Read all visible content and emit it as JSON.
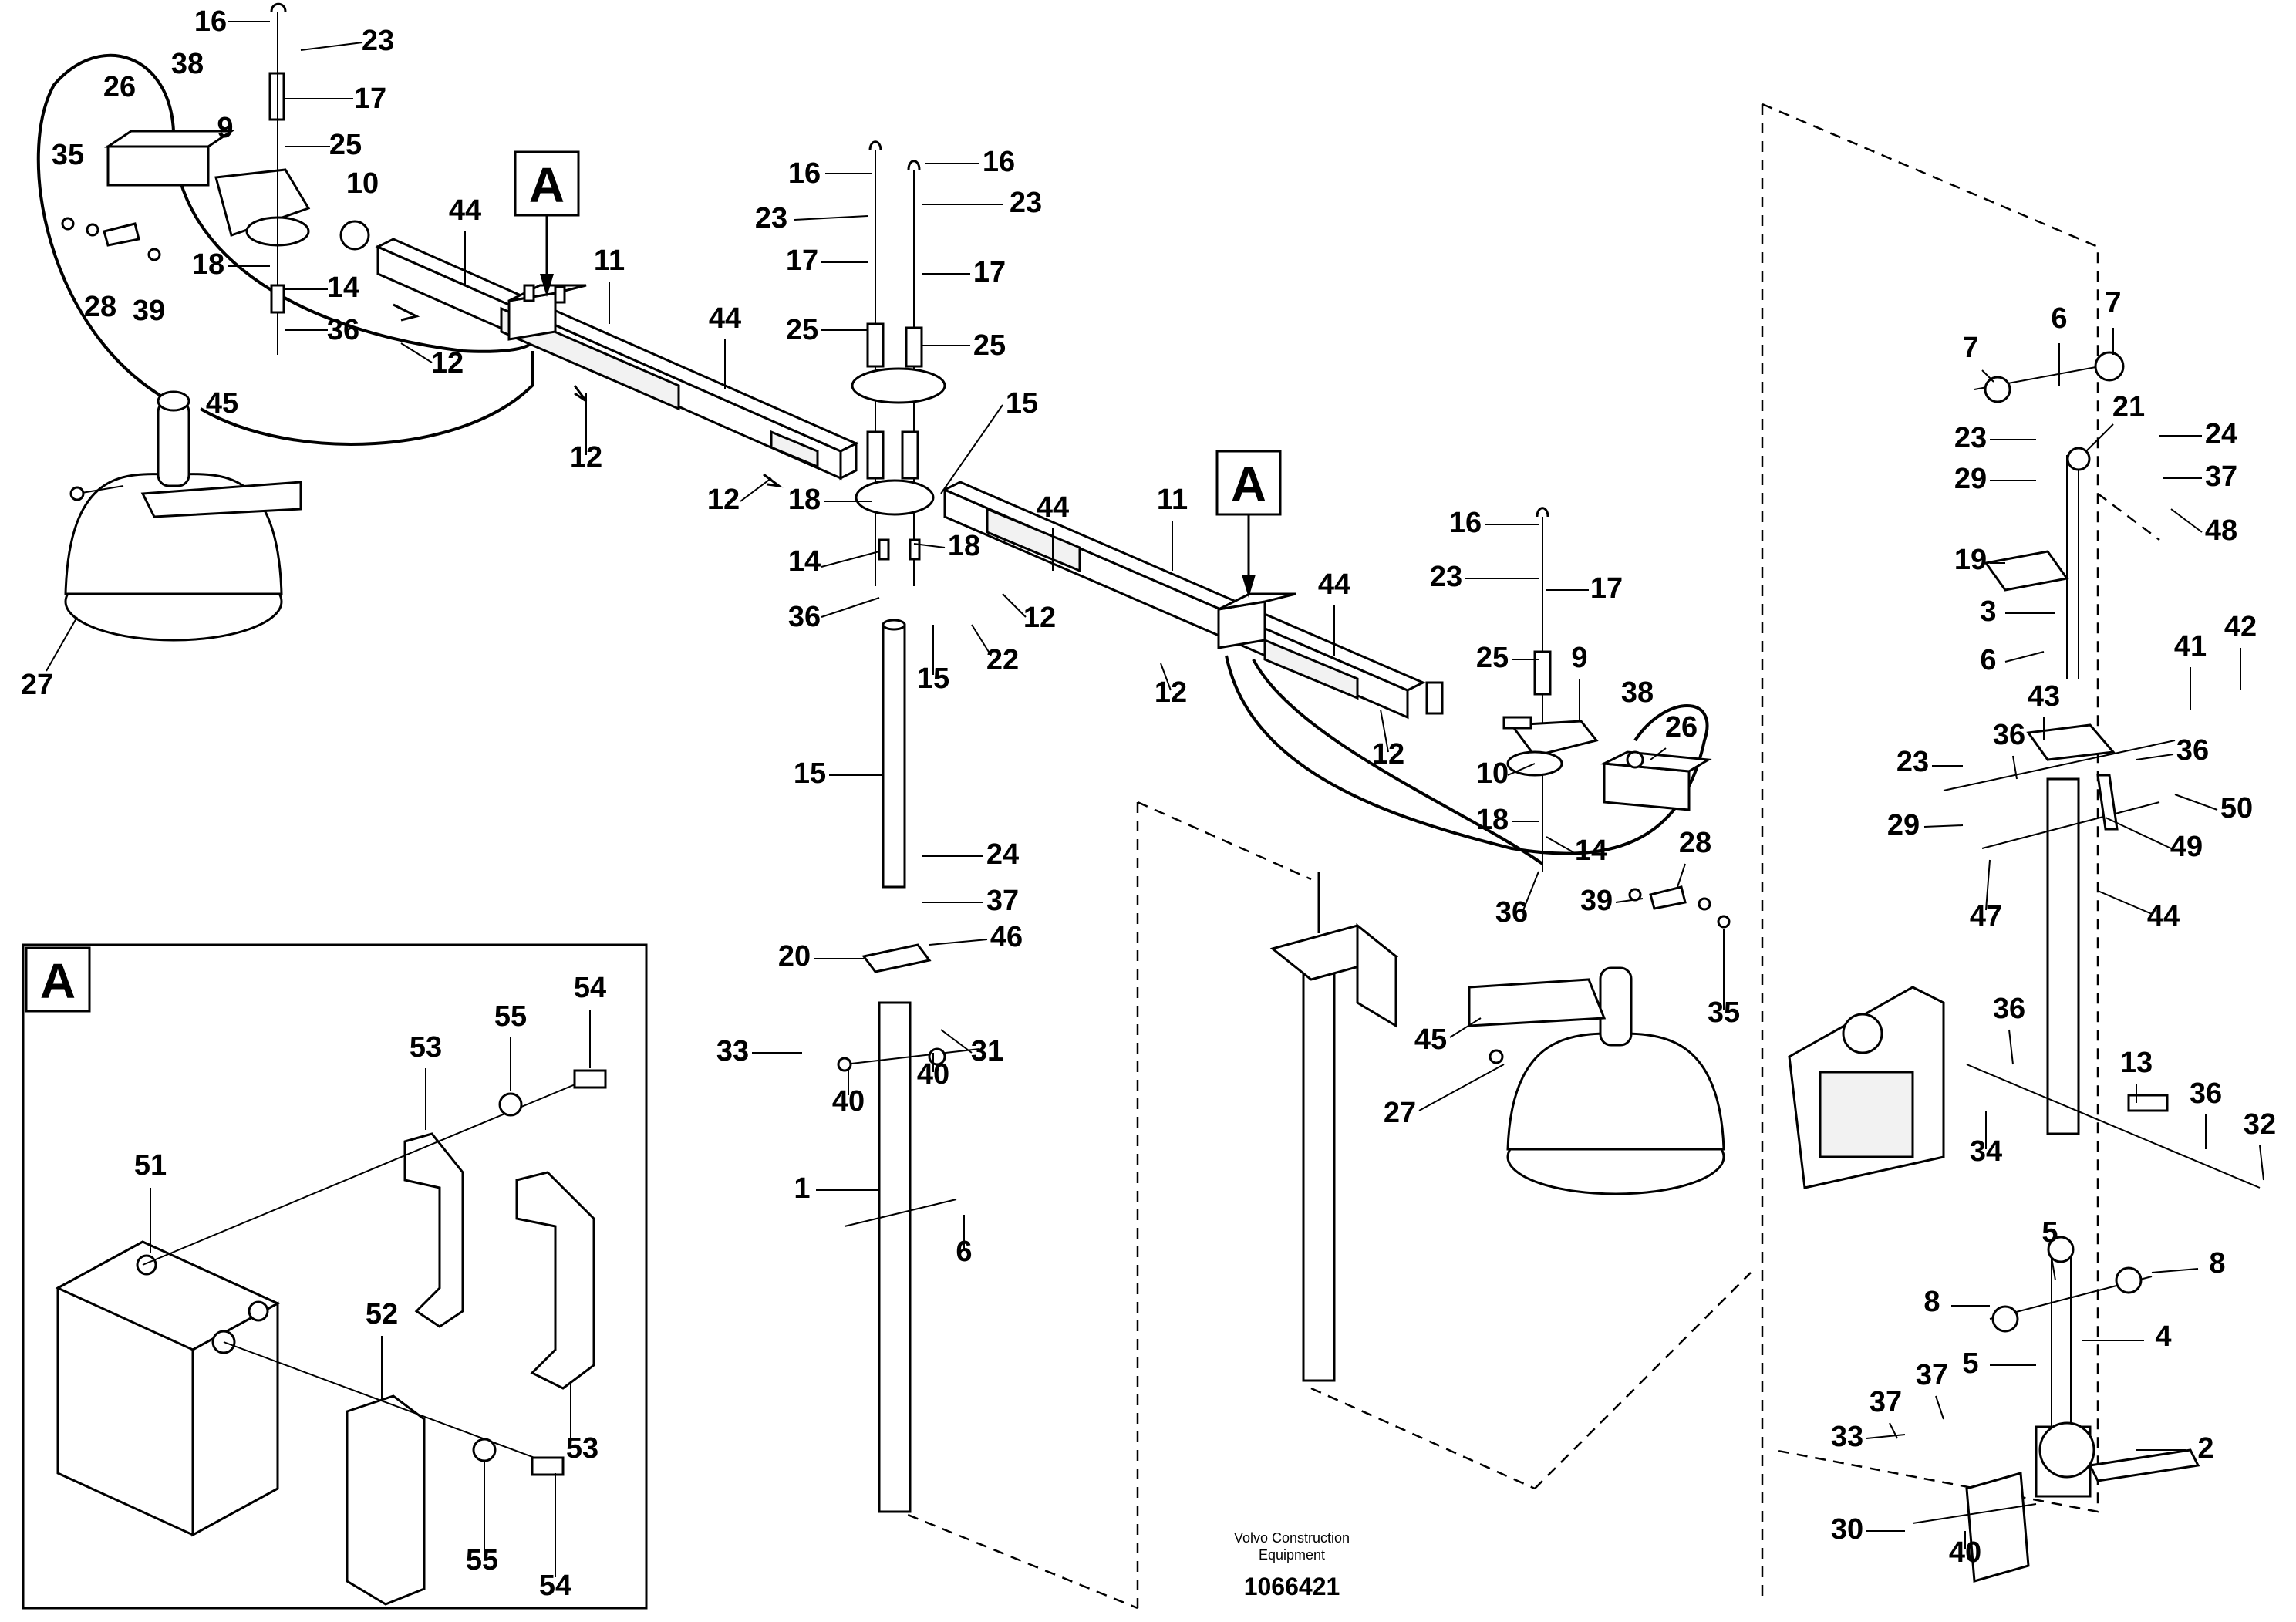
{
  "detail_marker": "A",
  "footer": {
    "company_line1": "Volvo Construction",
    "company_line2": "Equipment",
    "drawing_number": "1066421"
  },
  "callouts": [
    {
      "id": "c1",
      "text": "16"
    },
    {
      "id": "c2",
      "text": "23"
    },
    {
      "id": "c3",
      "text": "38"
    },
    {
      "id": "c4",
      "text": "17"
    },
    {
      "id": "c5",
      "text": "26"
    },
    {
      "id": "c6",
      "text": "9"
    },
    {
      "id": "c7",
      "text": "25"
    },
    {
      "id": "c8",
      "text": "35"
    },
    {
      "id": "c9",
      "text": "10"
    },
    {
      "id": "c10",
      "text": "18"
    },
    {
      "id": "c11",
      "text": "14"
    },
    {
      "id": "c12",
      "text": "28"
    },
    {
      "id": "c13",
      "text": "39"
    },
    {
      "id": "c14",
      "text": "36"
    },
    {
      "id": "c15",
      "text": "12"
    },
    {
      "id": "c16",
      "text": "45"
    },
    {
      "id": "c17",
      "text": "27"
    },
    {
      "id": "c18",
      "text": "44"
    },
    {
      "id": "c19",
      "text": "11"
    },
    {
      "id": "c20",
      "text": "12"
    },
    {
      "id": "c21",
      "text": "44"
    },
    {
      "id": "c22",
      "text": "12"
    },
    {
      "id": "c23",
      "text": "16"
    },
    {
      "id": "c24",
      "text": "16"
    },
    {
      "id": "c25",
      "text": "23"
    },
    {
      "id": "c26",
      "text": "23"
    },
    {
      "id": "c27",
      "text": "17"
    },
    {
      "id": "c28",
      "text": "17"
    },
    {
      "id": "c29",
      "text": "25"
    },
    {
      "id": "c30",
      "text": "25"
    },
    {
      "id": "c31",
      "text": "15"
    },
    {
      "id": "c32",
      "text": "18"
    },
    {
      "id": "c33",
      "text": "18"
    },
    {
      "id": "c34",
      "text": "14"
    },
    {
      "id": "c35",
      "text": "36"
    },
    {
      "id": "c36",
      "text": "15"
    },
    {
      "id": "c37",
      "text": "22"
    },
    {
      "id": "c38",
      "text": "12"
    },
    {
      "id": "c39",
      "text": "15"
    },
    {
      "id": "c40",
      "text": "24"
    },
    {
      "id": "c41",
      "text": "37"
    },
    {
      "id": "c42",
      "text": "46"
    },
    {
      "id": "c43",
      "text": "20"
    },
    {
      "id": "c44",
      "text": "33"
    },
    {
      "id": "c45",
      "text": "40"
    },
    {
      "id": "c46",
      "text": "40"
    },
    {
      "id": "c47",
      "text": "31"
    },
    {
      "id": "c48",
      "text": "1"
    },
    {
      "id": "c49",
      "text": "6"
    },
    {
      "id": "c50",
      "text": "44"
    },
    {
      "id": "c51",
      "text": "11"
    },
    {
      "id": "c52",
      "text": "44"
    },
    {
      "id": "c53",
      "text": "12"
    },
    {
      "id": "c54",
      "text": "12"
    },
    {
      "id": "c55",
      "text": "16"
    },
    {
      "id": "c56",
      "text": "23"
    },
    {
      "id": "c57",
      "text": "17"
    },
    {
      "id": "c58",
      "text": "25"
    },
    {
      "id": "c59",
      "text": "9"
    },
    {
      "id": "c60",
      "text": "38"
    },
    {
      "id": "c61",
      "text": "26"
    },
    {
      "id": "c62",
      "text": "10"
    },
    {
      "id": "c63",
      "text": "18"
    },
    {
      "id": "c64",
      "text": "14"
    },
    {
      "id": "c65",
      "text": "28"
    },
    {
      "id": "c66",
      "text": "39"
    },
    {
      "id": "c67",
      "text": "36"
    },
    {
      "id": "c68",
      "text": "35"
    },
    {
      "id": "c69",
      "text": "45"
    },
    {
      "id": "c70",
      "text": "27"
    },
    {
      "id": "c71",
      "text": "6"
    },
    {
      "id": "c72",
      "text": "7"
    },
    {
      "id": "c73",
      "text": "7"
    },
    {
      "id": "c74",
      "text": "23"
    },
    {
      "id": "c75",
      "text": "21"
    },
    {
      "id": "c76",
      "text": "24"
    },
    {
      "id": "c77",
      "text": "29"
    },
    {
      "id": "c78",
      "text": "37"
    },
    {
      "id": "c79",
      "text": "48"
    },
    {
      "id": "c80",
      "text": "19"
    },
    {
      "id": "c81",
      "text": "3"
    },
    {
      "id": "c82",
      "text": "6"
    },
    {
      "id": "c83",
      "text": "41"
    },
    {
      "id": "c84",
      "text": "42"
    },
    {
      "id": "c85",
      "text": "43"
    },
    {
      "id": "c86",
      "text": "36"
    },
    {
      "id": "c87",
      "text": "36"
    },
    {
      "id": "c88",
      "text": "23"
    },
    {
      "id": "c89",
      "text": "50"
    },
    {
      "id": "c90",
      "text": "29"
    },
    {
      "id": "c91",
      "text": "49"
    },
    {
      "id": "c92",
      "text": "47"
    },
    {
      "id": "c93",
      "text": "44"
    },
    {
      "id": "c94",
      "text": "36"
    },
    {
      "id": "c95",
      "text": "13"
    },
    {
      "id": "c96",
      "text": "36"
    },
    {
      "id": "c97",
      "text": "32"
    },
    {
      "id": "c98",
      "text": "34"
    },
    {
      "id": "c99",
      "text": "5"
    },
    {
      "id": "c100",
      "text": "8"
    },
    {
      "id": "c101",
      "text": "8"
    },
    {
      "id": "c102",
      "text": "4"
    },
    {
      "id": "c103",
      "text": "5"
    },
    {
      "id": "c104",
      "text": "37"
    },
    {
      "id": "c105",
      "text": "37"
    },
    {
      "id": "c106",
      "text": "33"
    },
    {
      "id": "c107",
      "text": "2"
    },
    {
      "id": "c108",
      "text": "30"
    },
    {
      "id": "c109",
      "text": "40"
    },
    {
      "id": "c110",
      "text": "54"
    },
    {
      "id": "c111",
      "text": "55"
    },
    {
      "id": "c112",
      "text": "53"
    },
    {
      "id": "c113",
      "text": "51"
    },
    {
      "id": "c114",
      "text": "52"
    },
    {
      "id": "c115",
      "text": "53"
    },
    {
      "id": "c116",
      "text": "55"
    },
    {
      "id": "c117",
      "text": "54"
    }
  ]
}
